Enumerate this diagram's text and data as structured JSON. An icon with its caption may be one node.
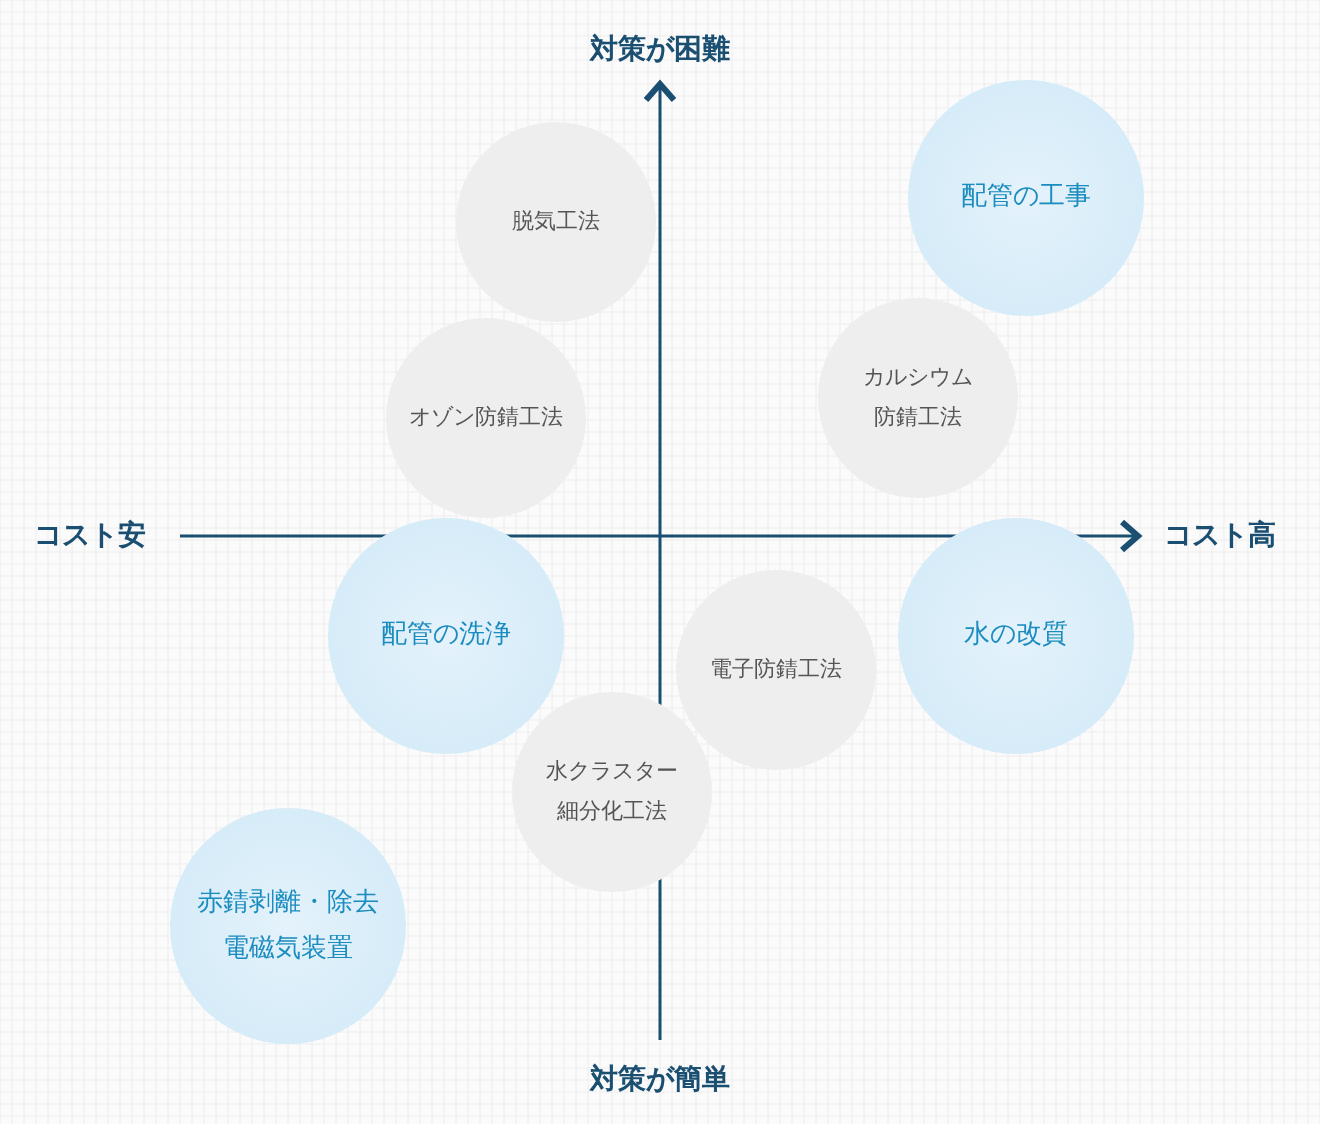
{
  "diagram": {
    "nodes": [
      {
        "text": [
          "脱気工法"
        ]
      },
      {
        "text": [
          "配管の工事"
        ]
      },
      {
        "text": [
          "オゾン防錆工法"
        ]
      },
      {
        "text": [
          "カルシウム防錆工法"
        ]
      },
      {
        "text": [
          "配管の洗浄"
        ]
      },
      {
        "text": [
          "電子防錆工法"
        ]
      },
      {
        "text": [
          "水の改質"
        ]
      },
      {
        "text": [
          "水クラスター細分化工法"
        ]
      },
      {
        "text": [
          "赤錆剥離・除去電磁気装置"
        ]
      }
    ],
    "labels": [
      "対策が困難",
      "コスト安",
      "コスト高",
      "対策が簡単"
    ]
  }
}
